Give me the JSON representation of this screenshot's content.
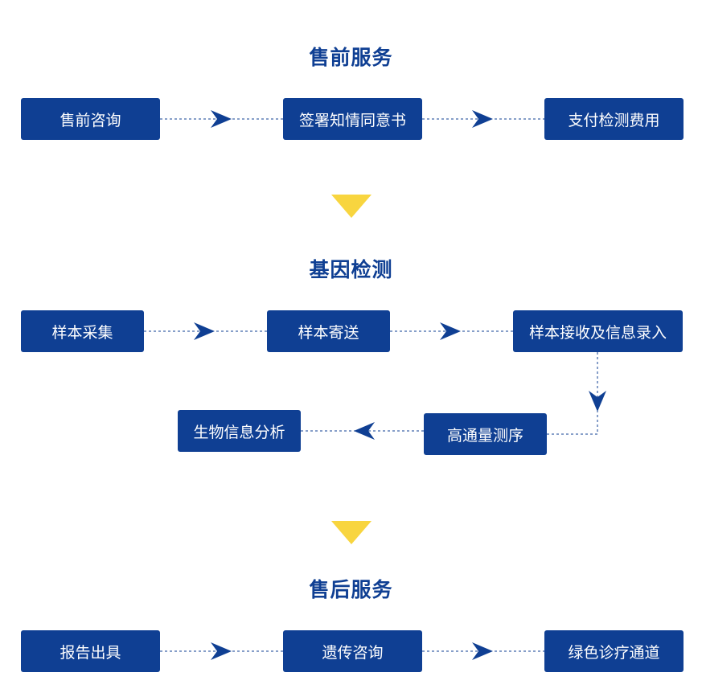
{
  "sections": [
    {
      "title": "售前服务",
      "steps": [
        "售前咨询",
        "签署知情同意书",
        "支付检测费用"
      ]
    },
    {
      "title": "基因检测",
      "steps": [
        "样本采集",
        "样本寄送",
        "样本接收及信息录入",
        "高通量测序",
        "生物信息分析"
      ]
    },
    {
      "title": "售后服务",
      "steps": [
        "报告出具",
        "遗传咨询",
        "绿色诊疗通道"
      ]
    }
  ],
  "colors": {
    "box": "#0f3f93",
    "title": "#0f3f93",
    "divider_arrow": "#f8d53f",
    "box_text": "#ffffff"
  }
}
